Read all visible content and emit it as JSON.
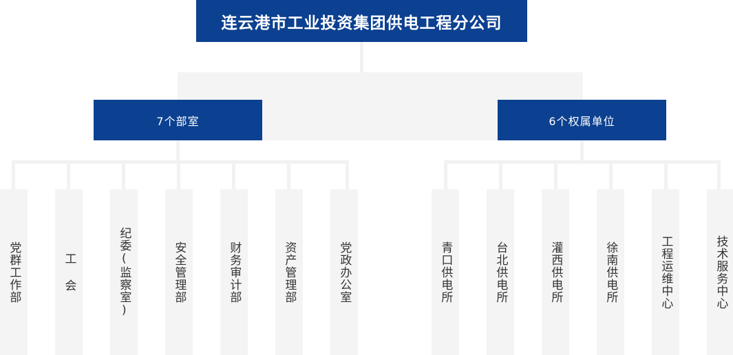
{
  "chart_title": "连云港市工业投资集团供电工程分公司",
  "colors": {
    "brand_blue": "#0c4090",
    "connector_gray": "#f2f2f2",
    "leaf_fill": "#f4f4f4",
    "leaf_text": "#333333",
    "page_background": "#ffffff"
  },
  "root": {
    "label": "连云港市工业投资集团供电工程分公司"
  },
  "branches": [
    {
      "id": "departments",
      "label": "7个部室",
      "count": 7,
      "children": [
        {
          "label": "党群工作部"
        },
        {
          "label": "工  会"
        },
        {
          "label": "纪委(监察室)"
        },
        {
          "label": "安全管理部"
        },
        {
          "label": "财务审计部"
        },
        {
          "label": "资产管理部"
        },
        {
          "label": "党政办公室"
        }
      ]
    },
    {
      "id": "affiliated-units",
      "label": "6个权属单位",
      "count": 6,
      "children": [
        {
          "label": "青口供电所"
        },
        {
          "label": "台北供电所"
        },
        {
          "label": "灌西供电所"
        },
        {
          "label": "徐南供电所"
        },
        {
          "label": "工程运维中心"
        },
        {
          "label": "技术服务中心"
        }
      ]
    }
  ],
  "layout": {
    "left_leaf_x": [
      0,
      80,
      160,
      240,
      320,
      400,
      480
    ],
    "right_leaf_x": [
      627,
      707,
      787,
      867,
      947,
      1027
    ],
    "left_leg_x": [
      17,
      97,
      177,
      257,
      337,
      417,
      502
    ],
    "right_leg_x": [
      645,
      725,
      805,
      885,
      965,
      1042
    ]
  }
}
